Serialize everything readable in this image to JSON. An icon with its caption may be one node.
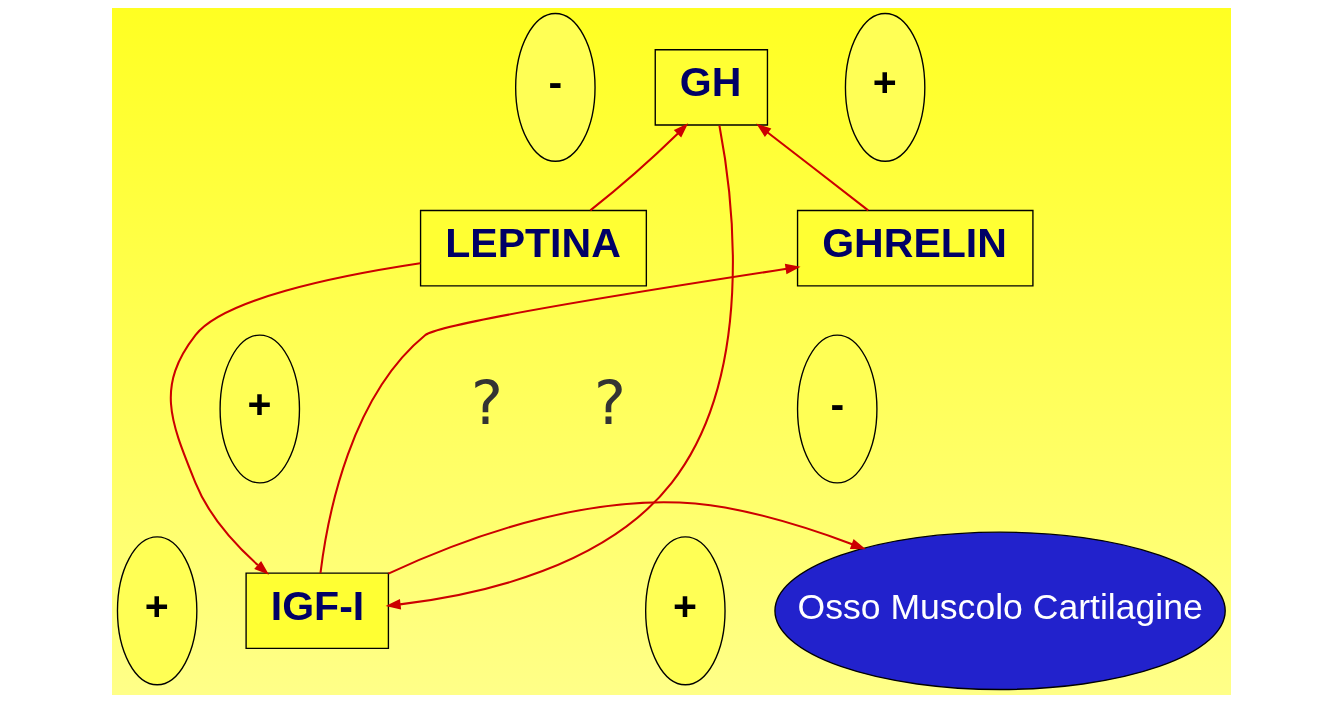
{
  "diagram": {
    "nodes": [
      {
        "text": [
          "-"
        ]
      },
      {
        "text": [
          "GH"
        ]
      },
      {
        "text": [
          "+"
        ]
      },
      {
        "text": [
          "LEPTINA"
        ]
      },
      {
        "text": [
          "GHRELIN"
        ]
      },
      {
        "text": [
          "-"
        ]
      },
      {
        "text": [
          "+"
        ]
      },
      {
        "text": [
          "+"
        ]
      },
      {
        "text": [
          "IGF-I"
        ]
      },
      {
        "text": [
          "+"
        ]
      },
      {
        "text": [
          "Osso Muscolo Cartilagine"
        ]
      }
    ],
    "edges": [
      {
        "from": 3,
        "to": 1,
        "arrow": "to"
      },
      {
        "from": 4,
        "to": 1,
        "arrow": "to"
      },
      {
        "from": 1,
        "to": 8,
        "arrow": "to"
      },
      {
        "from": 3,
        "to": 8,
        "arrow": "to"
      },
      {
        "from": 8,
        "to": 4,
        "arrow": "to"
      },
      {
        "from": 8,
        "to": 10,
        "arrow": "to"
      }
    ],
    "labels": [
      "?",
      "?"
    ]
  }
}
